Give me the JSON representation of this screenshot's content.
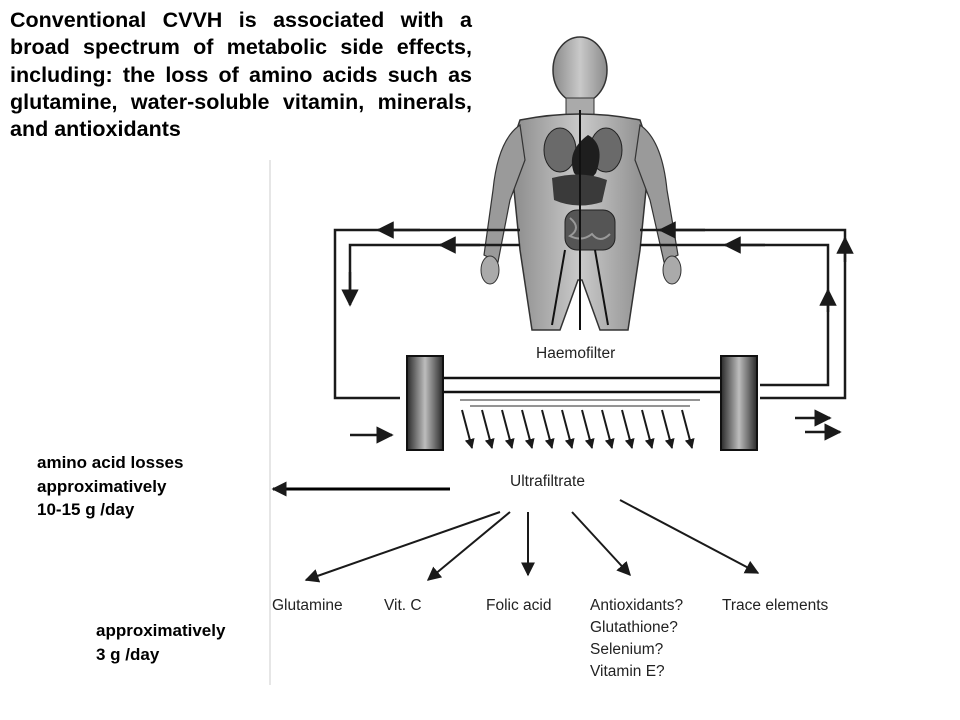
{
  "heading": "Conventional CVVH  is associated with a broad spectrum of metabolic side effects, including:   the loss of amino acids such as glutamine, water-soluble vitamin, minerals, and antioxidants",
  "diagram": {
    "haemofilter_label": "Haemofilter",
    "ultrafiltrate_label": "Ultrafiltrate",
    "outputs": [
      {
        "label": "Glutamine"
      },
      {
        "label": "Vit. C"
      },
      {
        "label": "Folic acid"
      },
      {
        "label": "Antioxidants?",
        "sub": [
          "Glutathione?",
          "Selenium?",
          "Vitamin E?"
        ]
      },
      {
        "label": "Trace elements"
      }
    ]
  },
  "annotations": {
    "amino_acid_losses": [
      "amino acid losses",
      "approximatively",
      "10-15 g /day"
    ],
    "glutamine_losses": [
      "approximatively",
      "3 g /day"
    ]
  },
  "colors": {
    "text": "#000000",
    "diagram_stroke": "#1a1a1a",
    "filter_cap": "#3a3a3a"
  }
}
